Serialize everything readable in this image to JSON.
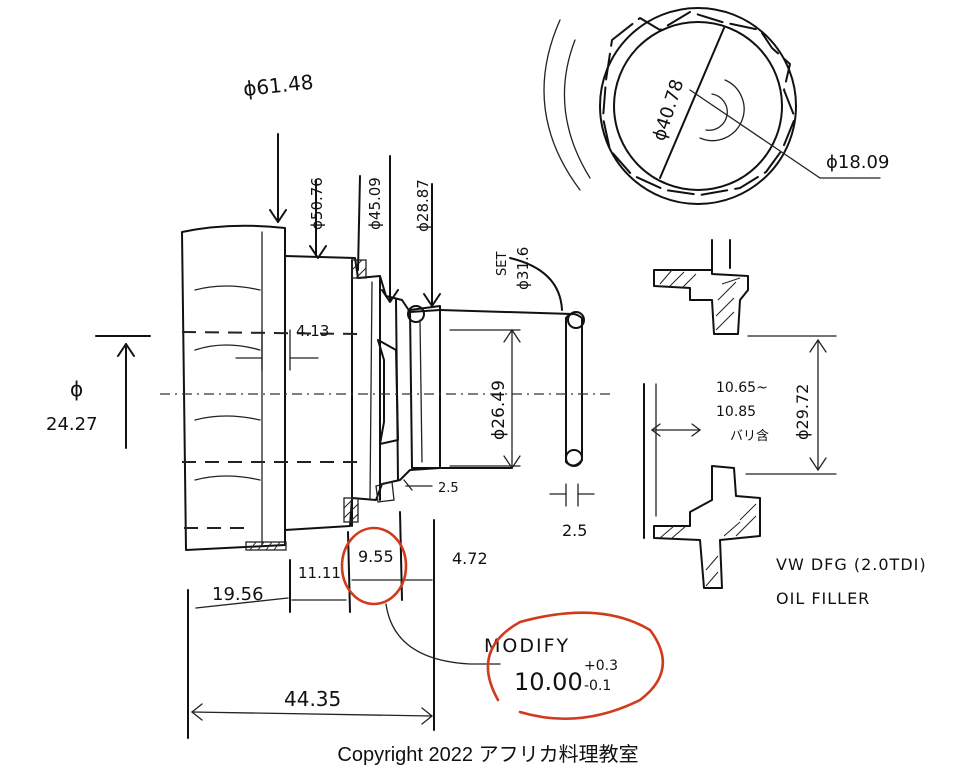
{
  "dimensions": {
    "d_outer": "ϕ61.48",
    "d_50": "ϕ50.76",
    "d_45": "ϕ45.09",
    "d_28": "ϕ28.87",
    "d_set": "SET",
    "d_set_val": "ϕ31.6",
    "d_bore_label": "ϕ",
    "d_bore_val": "24.27",
    "d_4_13": "4.13",
    "d_26": "ϕ26.49",
    "d_2_5_top": "2.5",
    "d_2_5_bot": "2.5",
    "d_19": "19.56",
    "d_11": "11.11",
    "d_9": "9.55",
    "d_4_72": "4.72",
    "d_44": "44.35",
    "d_40": "ϕ40.78",
    "d_18": "ϕ18.09",
    "d_29": "ϕ29.72",
    "d_range_1": "10.65~",
    "d_range_2": "10.85",
    "d_range_3": "バリ含"
  },
  "modify": {
    "title": "MODIFY",
    "value": "10.00",
    "tol_plus": "+0.3",
    "tol_minus": "-0.1"
  },
  "notes": {
    "line1": "VW DFG (2.0TDI)",
    "line2": "OIL FILLER"
  },
  "caption": "Copyright 2022 アフリカ料理教室",
  "colors": {
    "ink": "#111111",
    "highlight": "#d23a1e",
    "paper": "#ffffff"
  }
}
